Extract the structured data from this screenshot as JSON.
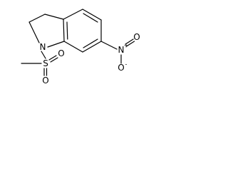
{
  "molecule": {
    "atoms": {
      "N1": {
        "symbol": "N"
      },
      "S": {
        "symbol": "S"
      },
      "O_sulfonyl_top": {
        "symbol": "O"
      },
      "O_sulfonyl_bottom": {
        "symbol": "O"
      },
      "N_nitro": {
        "symbol": "N",
        "charge": "+"
      },
      "O_nitro_double": {
        "symbol": "O"
      },
      "O_nitro_single": {
        "symbol": "O",
        "charge": "-"
      }
    }
  }
}
